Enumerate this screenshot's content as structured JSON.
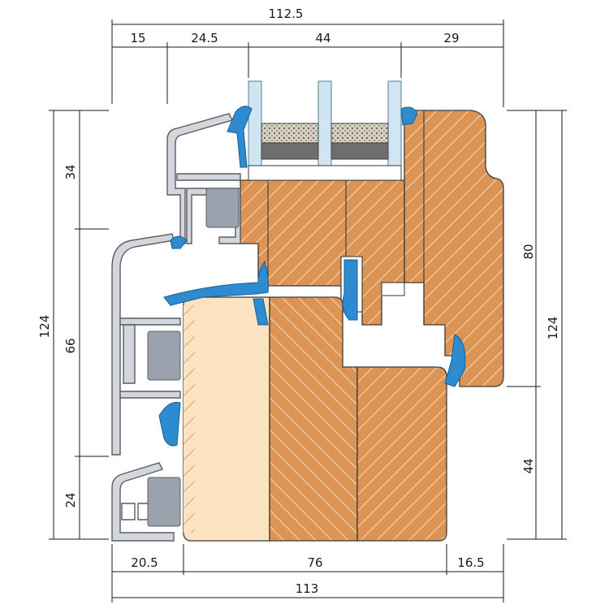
{
  "drawing": {
    "dims_top": {
      "overall": "112.5",
      "seg1": "15",
      "seg2": "24.5",
      "seg3": "44",
      "seg4": "29"
    },
    "dims_bottom": {
      "seg1": "20.5",
      "seg2": "76",
      "seg3": "16.5",
      "overall": "113"
    },
    "dims_left": {
      "overall": "124",
      "seg1": "34",
      "seg2": "66",
      "seg3": "24"
    },
    "dims_right": {
      "overall": "124",
      "upper": "80",
      "lower": "44"
    },
    "colors": {
      "wood": "#dc9455",
      "wood_grain": "#f6d2ae",
      "light_wood": "#fbe3c1",
      "aluminium": "#d3d6da",
      "aluminium_edge": "#5a5d62",
      "gasket": "#2d8bd0",
      "glass": "#cfe6f2",
      "spacer": "#6e6e6e",
      "desiccant": "#d8d1c4",
      "outline": "#3a3a3a"
    }
  }
}
